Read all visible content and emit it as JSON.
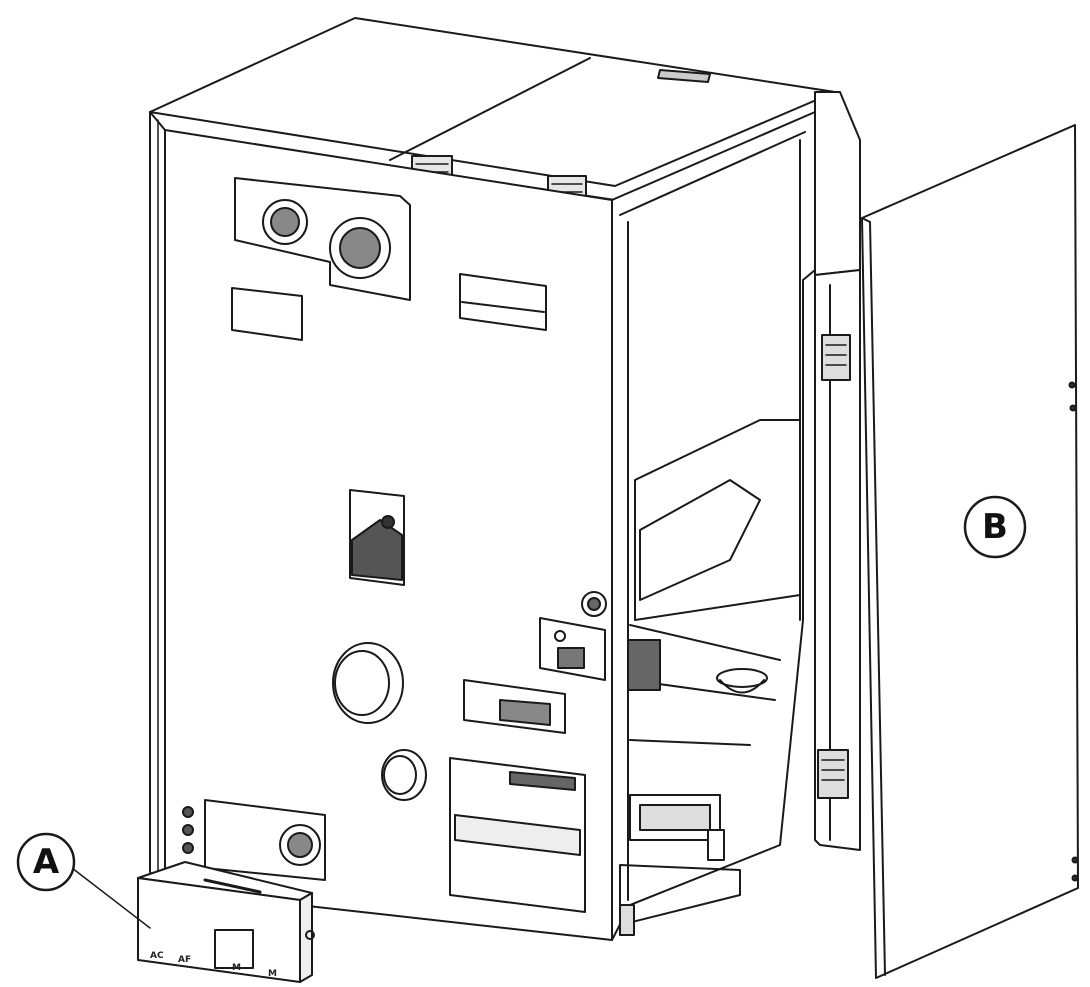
{
  "callouts": {
    "a": {
      "label": "A"
    },
    "b": {
      "label": "B"
    }
  },
  "control_box": {
    "terminal_labels": [
      "AC",
      "AF",
      "M",
      "M"
    ]
  },
  "colors": {
    "line": "#1a1a1a",
    "panel_fill": "#ffffff",
    "shade": "#d9d9d9",
    "dark": "#555555"
  }
}
